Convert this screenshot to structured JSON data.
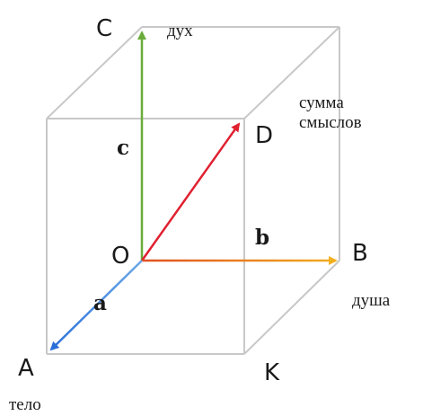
{
  "diagram": {
    "points": {
      "O": "O",
      "A": "A",
      "B": "B",
      "C": "C",
      "D": "D",
      "K": "K"
    },
    "vectors": {
      "a": "a",
      "b": "b",
      "c": "c"
    },
    "annotations": {
      "spirit": "дух",
      "body": "тело",
      "soul": "душа",
      "sum_line1": "сумма",
      "sum_line2": "смыслов"
    },
    "colors": {
      "cube_edges": "#c8c8c8",
      "vector_c": "#6aad3a",
      "vector_b": "#f0a020",
      "vector_d": "#e02030",
      "vector_a": "#3a7fe0",
      "text": "#1a1a1a"
    }
  }
}
